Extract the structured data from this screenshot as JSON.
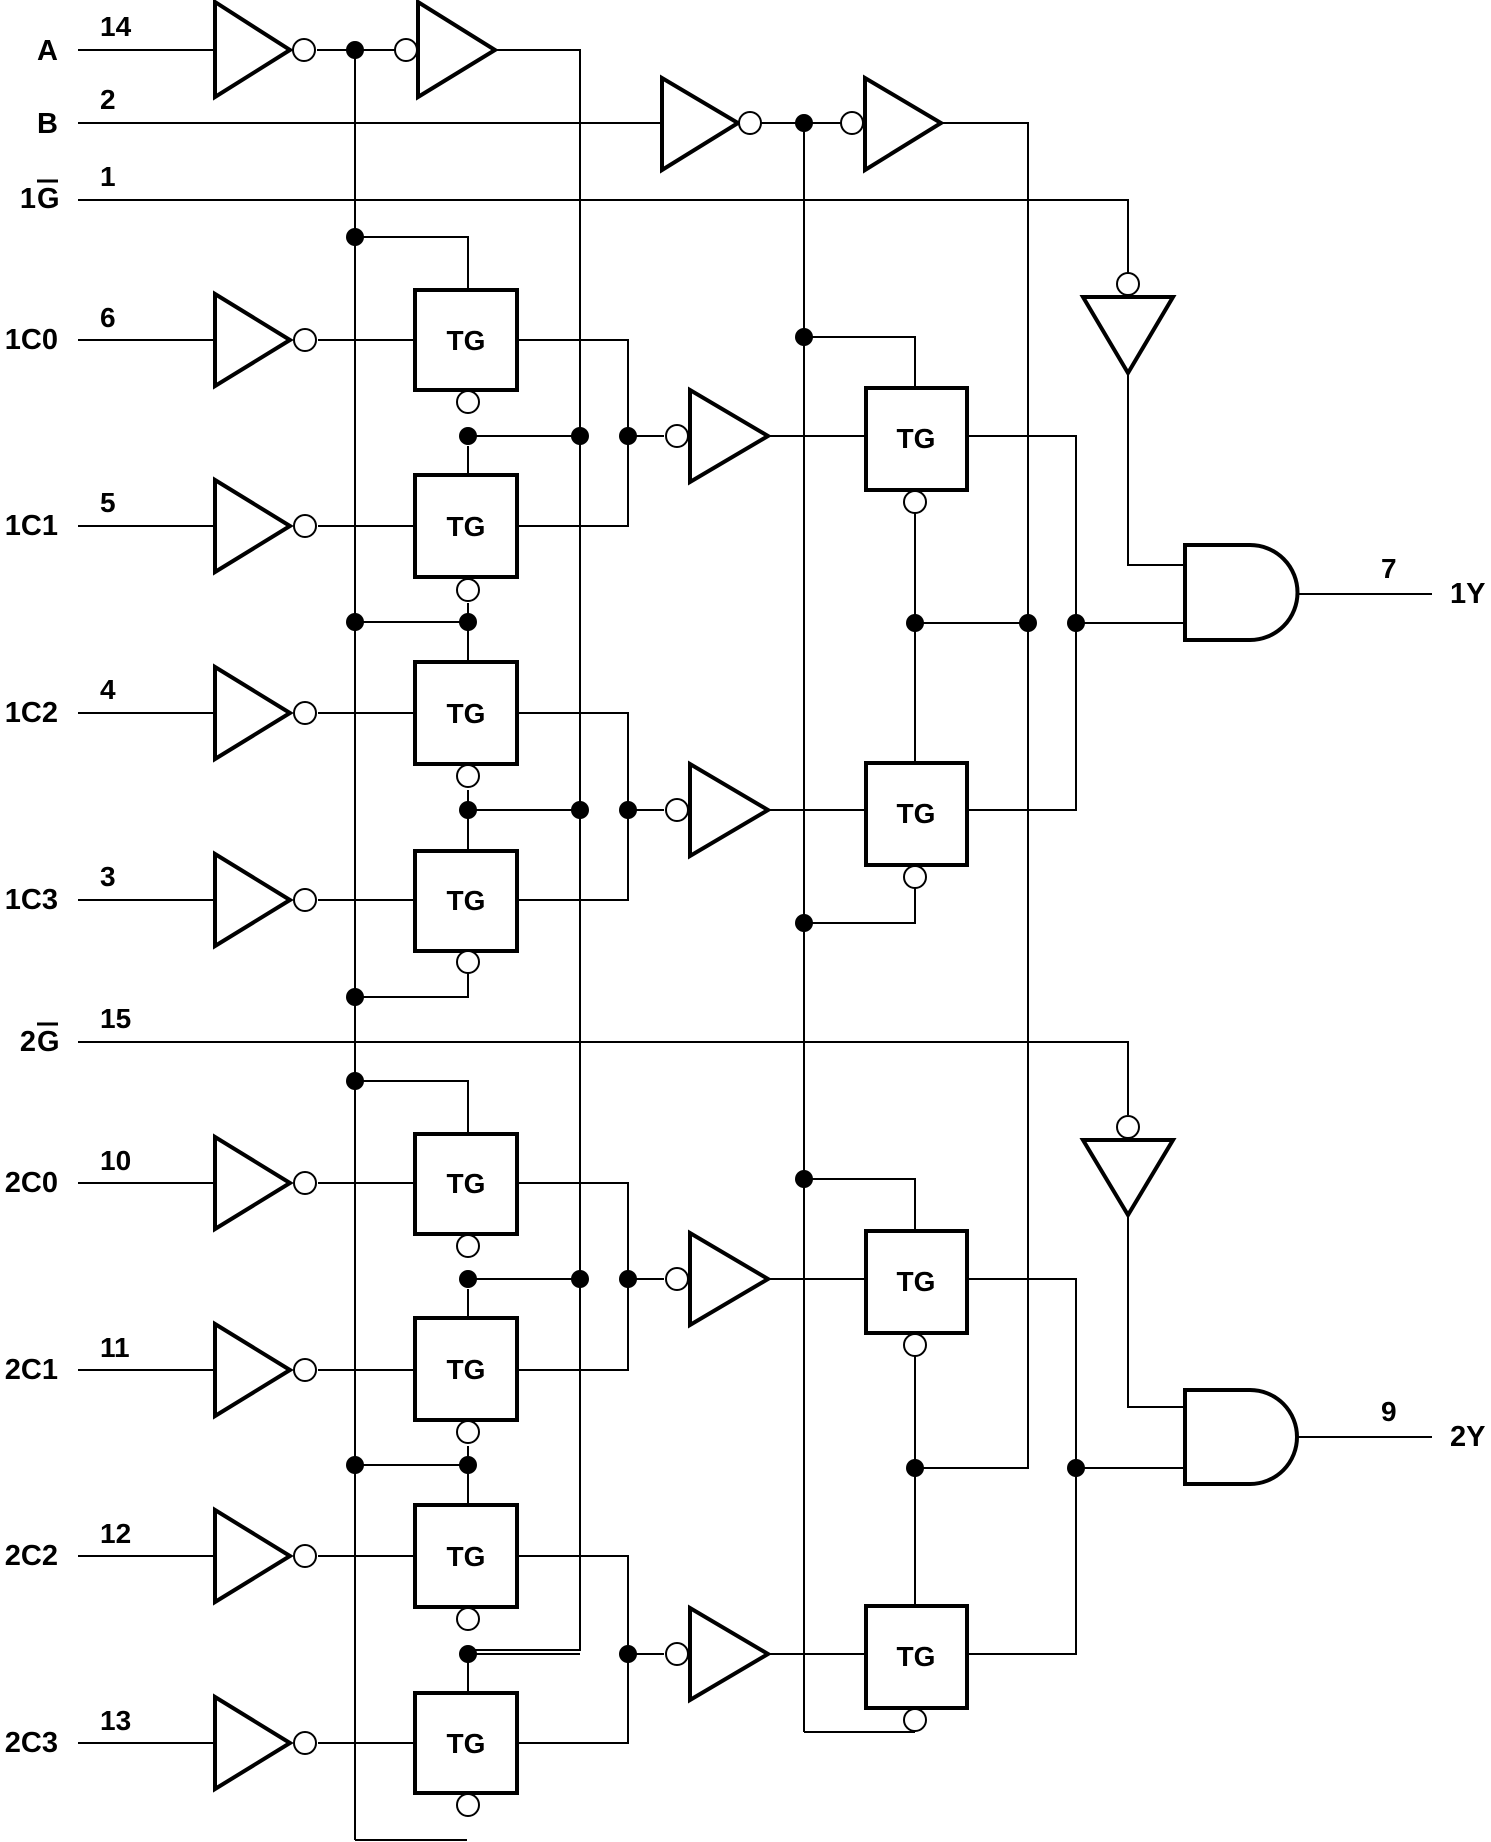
{
  "signals": {
    "A": "A",
    "B": "B",
    "G1": "1",
    "G1_bar": "G",
    "C10": "1C0",
    "C11": "1C1",
    "C12": "1C2",
    "C13": "1C3",
    "G2": "2",
    "G2_bar": "G",
    "C20": "2C0",
    "C21": "2C1",
    "C22": "2C2",
    "C23": "2C3",
    "Y1": "1Y",
    "Y2": "2Y"
  },
  "pins": {
    "A": "14",
    "B": "2",
    "G1": "1",
    "C10": "6",
    "C11": "5",
    "C12": "4",
    "C13": "3",
    "G2": "15",
    "C20": "10",
    "C21": "11",
    "C22": "12",
    "C23": "13",
    "Y1": "7",
    "Y2": "9"
  },
  "gate_label": "TG"
}
